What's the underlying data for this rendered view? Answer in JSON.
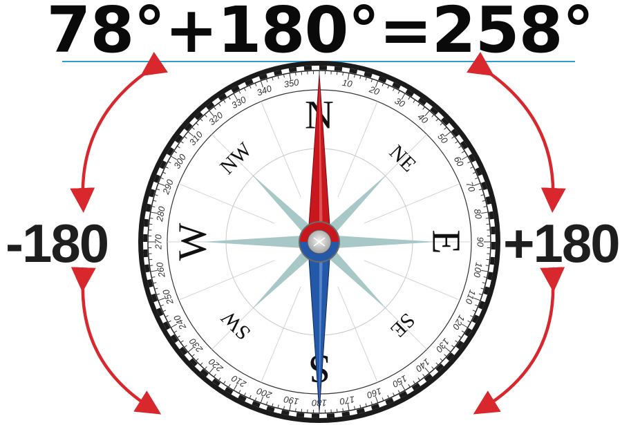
{
  "title": "78°+180°=258°",
  "left_label": "-180",
  "right_label": "+180",
  "compass": {
    "cardinals": [
      "N",
      "E",
      "S",
      "W"
    ],
    "intercardinals": [
      "NE",
      "SE",
      "SW",
      "NW"
    ],
    "degree_labels": [
      "10",
      "20",
      "30",
      "40",
      "50",
      "60",
      "70",
      "80",
      "90",
      "100",
      "110",
      "120",
      "130",
      "140",
      "150",
      "160",
      "170",
      "180",
      "190",
      "200",
      "210",
      "220",
      "230",
      "240",
      "250",
      "260",
      "270",
      "280",
      "290",
      "300",
      "310",
      "320",
      "330",
      "340",
      "350"
    ]
  },
  "colors": {
    "north_needle": "#c8181e",
    "south_needle": "#2458a8",
    "arrows": "#d8282e",
    "rose": "#a8c8c8",
    "title_rule": "#2a9fd6"
  }
}
